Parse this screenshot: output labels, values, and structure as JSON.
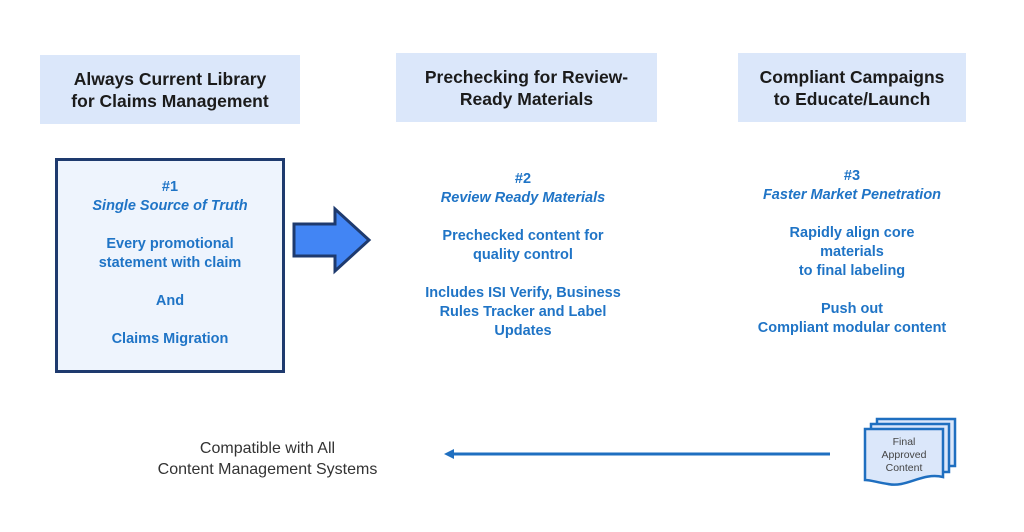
{
  "headers": [
    {
      "line1": "Always Current Library",
      "line2": "for Claims Management"
    },
    {
      "line1": "Prechecking for Review-",
      "line2": "Ready Materials"
    },
    {
      "line1": "Compliant Campaigns",
      "line2": "to Educate/Launch"
    }
  ],
  "column1": {
    "number": "#1",
    "subtitle": "Single Source of Truth",
    "lines": [
      "Every promotional",
      "statement with claim"
    ],
    "and": "And",
    "last": "Claims Migration"
  },
  "column2": {
    "number": "#2",
    "subtitle": "Review Ready Materials",
    "para1": [
      "Prechecked content for",
      "quality control"
    ],
    "para2": [
      "Includes ISI Verify, Business",
      "Rules Tracker and Label",
      "Updates"
    ]
  },
  "column3": {
    "number": "#3",
    "subtitle": "Faster Market Penetration",
    "para1": [
      "Rapidly align core",
      "materials",
      "to final labeling"
    ],
    "para2": [
      "Push out",
      "Compliant modular content"
    ]
  },
  "bottom": {
    "line1": "Compatible with All",
    "line2": "Content Management Systems"
  },
  "document_icon": {
    "lines": [
      "Final",
      "Approved",
      "Content"
    ]
  },
  "colors": {
    "header_bg": "#dbe7fa",
    "text_blue": "#1f74c6",
    "arrow_blue": "#4285f4",
    "border_navy": "#1e3a6e"
  }
}
